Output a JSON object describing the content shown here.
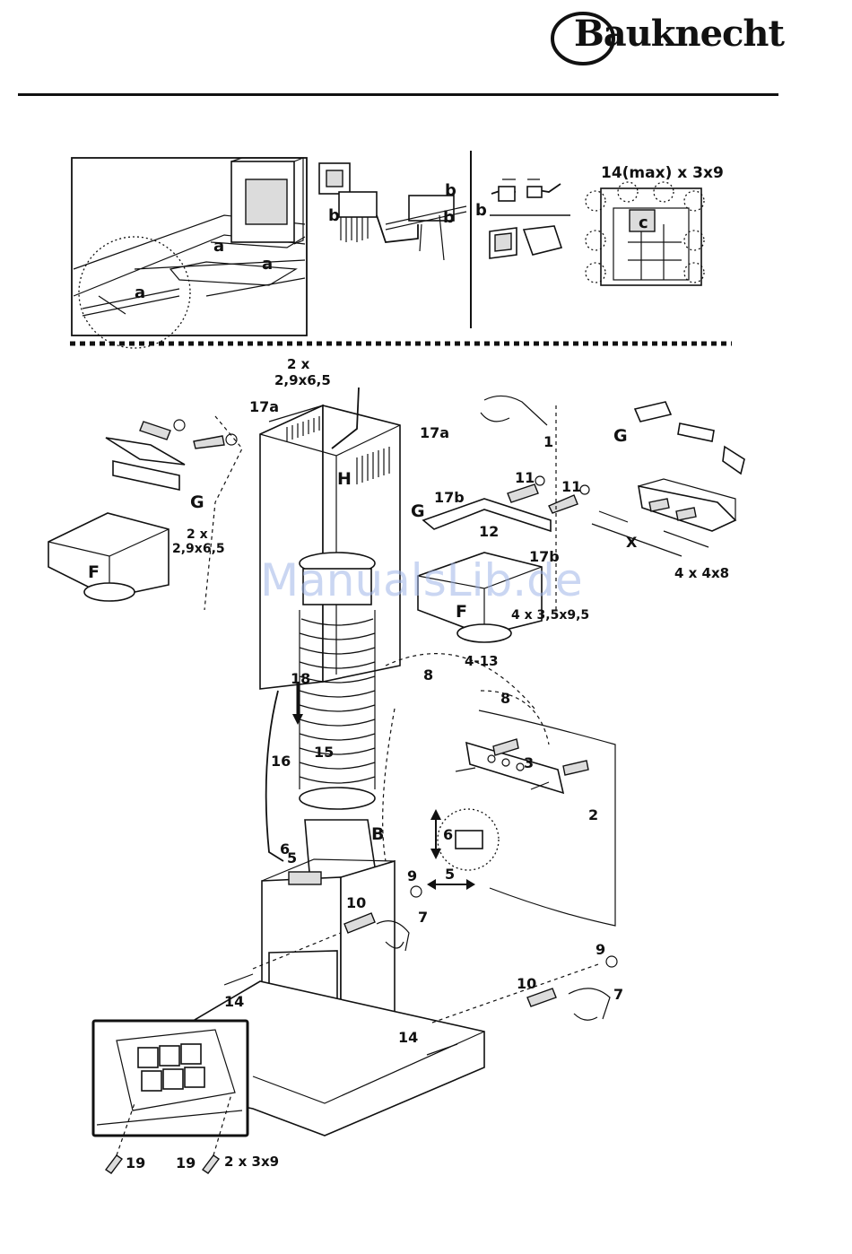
{
  "brand": {
    "name": "Bauknecht"
  },
  "watermark": "ManualsLib.de",
  "top_panels": {
    "panel1": {
      "labels": [
        "a",
        "a",
        "a"
      ]
    },
    "panel2": {
      "labels": [
        "b",
        "b",
        "b"
      ]
    },
    "panel3": {
      "labels": [
        "b"
      ]
    },
    "panel4": {
      "title": "14(max) x 3x9",
      "label": "c"
    }
  },
  "callouts": {
    "screws_top_qty": "2 x",
    "screws_top_size": "2,9x6,5",
    "part_17a_left": "17a",
    "part_17a_right": "17a",
    "part_H": "H",
    "part_1": "1",
    "part_G_left": "G",
    "screws_G_qty": "2 x",
    "screws_G_size": "2,9x6,5",
    "part_F_left": "F",
    "part_11_a": "11",
    "part_11_b": "11",
    "part_17b_top": "17b",
    "part_G_mid": "G",
    "part_12": "12",
    "part_17b_side": "17b",
    "part_F_mid": "F",
    "screws_F": "4 x 3,5x9,5",
    "range_4_13": "4-13",
    "part_G_right": "G",
    "dim_x": "X",
    "screws_G_right": "4 x 4x8",
    "part_18": "18",
    "part_8_a": "8",
    "part_8_b": "8",
    "part_15": "15",
    "part_16": "16",
    "part_3": "3",
    "part_2": "2",
    "part_B": "B",
    "part_6_a": "6",
    "part_5_a": "5",
    "part_6_b": "6",
    "part_5_b": "5",
    "part_9_a": "9",
    "part_10_a": "10",
    "part_7_a": "7",
    "part_14_a": "14",
    "part_9_b": "9",
    "part_10_b": "10",
    "part_7_b": "7",
    "part_14_b": "14",
    "part_19_a": "19",
    "part_19_b": "19",
    "screws_19": "2 x 3x9"
  }
}
